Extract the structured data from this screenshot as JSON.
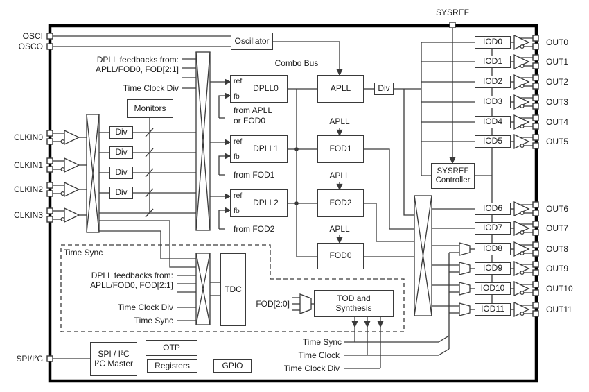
{
  "pins": {
    "osci": "OSCI",
    "osco": "OSCO",
    "clkin": [
      "CLKIN0",
      "CLKIN1",
      "CLKIN2",
      "CLKIN3"
    ],
    "spi": "SPI/I²C",
    "sysref": "SYSREF",
    "out": [
      "OUT0",
      "OUT1",
      "OUT2",
      "OUT3",
      "OUT4",
      "OUT5",
      "OUT6",
      "OUT7",
      "OUT8",
      "OUT9",
      "OUT10",
      "OUT11"
    ]
  },
  "blocks": {
    "oscillator": "Oscillator",
    "monitors": "Monitors",
    "div": "Div",
    "dpll": [
      "DPLL0",
      "DPLL1",
      "DPLL2"
    ],
    "ref": "ref",
    "fb": "fb",
    "apll": "APLL",
    "fod1": "FOD1",
    "fod2": "FOD2",
    "fod0": "FOD0",
    "sysref_controller": [
      "SYSREF",
      "Controller"
    ],
    "iod": [
      "IOD0",
      "IOD1",
      "IOD2",
      "IOD3",
      "IOD4",
      "IOD5",
      "IOD6",
      "IOD7",
      "IOD8",
      "IOD9",
      "IOD10",
      "IOD11"
    ],
    "tdc": "TDC",
    "tod": [
      "TOD and",
      "Synthesis"
    ],
    "spi_master": [
      "SPI / I²C",
      "I²C Master"
    ],
    "otp": "OTP",
    "registers": "Registers",
    "gpio": "GPIO"
  },
  "labels": {
    "combo_bus": "Combo Bus",
    "dpll_feedbacks_1": "DPLL feedbacks from:",
    "dpll_feedbacks_2": "APLL/FOD0, FOD[2:1]",
    "time_clock_div": "Time Clock Div",
    "from_apll_1": "from APLL",
    "from_apll_2": "or FOD0",
    "from_fod1": "from FOD1",
    "from_fod2": "from FOD2",
    "apll_src": "APLL",
    "time_sync": "Time Sync",
    "fod_2_0": "FOD[2:0]",
    "time_clock": "Time Clock"
  }
}
